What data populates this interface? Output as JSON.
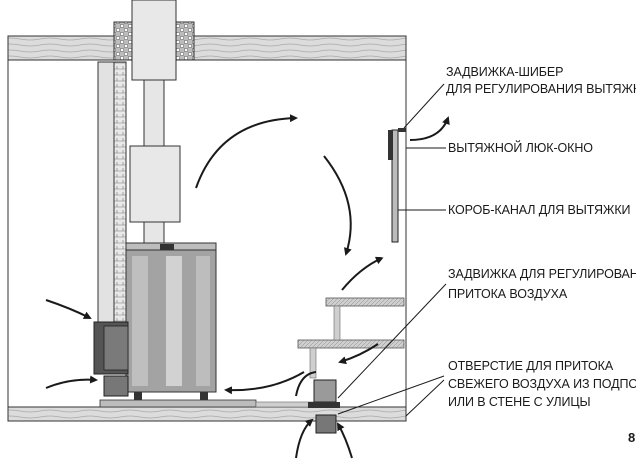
{
  "labels": {
    "damper_line1": "ЗАДВИЖКА-ШИБЕР",
    "damper_line2": "ДЛЯ РЕГУЛИРОВАНИЯ ВЫТЯЖКИ",
    "exhaust_hatch": "ВЫТЯЖНОЙ ЛЮК-ОКНО",
    "exhaust_duct": "КОРОБ-КАНАЛ ДЛЯ ВЫТЯЖКИ",
    "intake_damper_line1": "ЗАДВИЖКА ДЛЯ РЕГУЛИРОВАНИЯ",
    "intake_damper_line2": "ПРИТОКА ВОЗДУХА",
    "intake_opening_line1": "ОТВЕРСТИЕ ДЛЯ ПРИТОКА",
    "intake_opening_line2": "СВЕЖЕГО ВОЗДУХА ИЗ ПОДПОЛЬЯ",
    "intake_opening_line3": "ИЛИ В СТЕНЕ С УЛИЦЫ"
  },
  "page_number": "8",
  "colors": {
    "stroke": "#1a1a1a",
    "wood": "#d9d9d9",
    "stove_body": "#9c9c9c",
    "stove_light": "#cfcfcf",
    "pipe": "#e6e6e6",
    "floor": "#c4c4c4"
  }
}
